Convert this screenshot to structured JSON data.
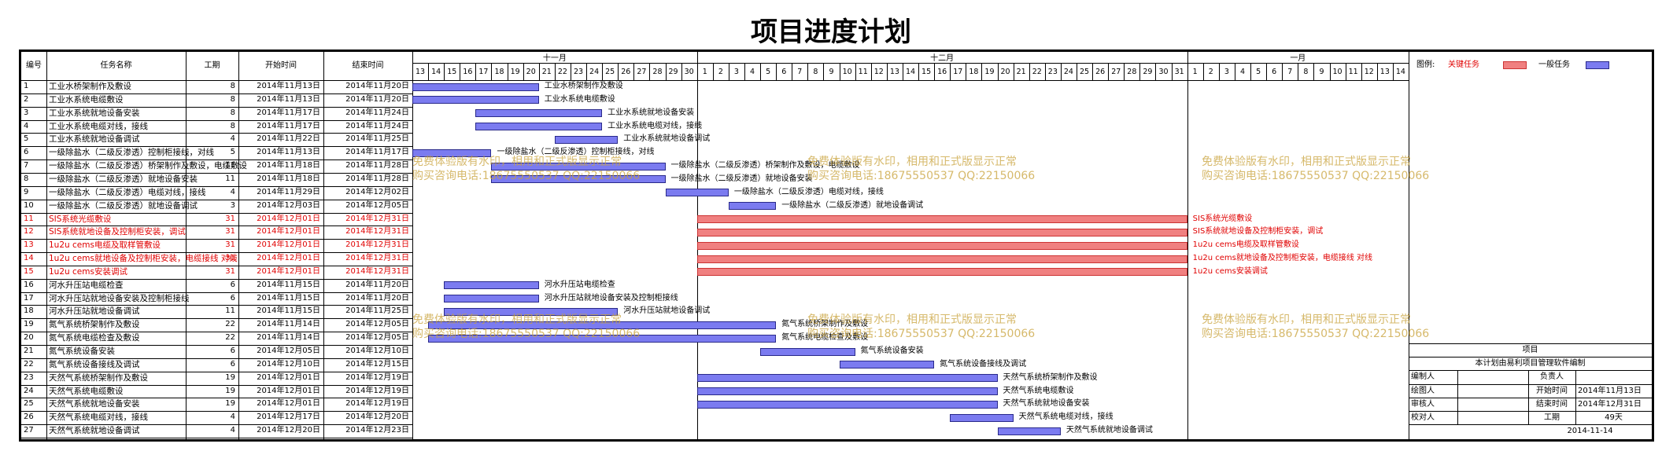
{
  "title": "项目进度计划",
  "columns": {
    "no": "编号",
    "name": "任务名称",
    "days": "工期",
    "start": "开始时间",
    "end": "结束时间"
  },
  "months": [
    {
      "label": "十一月",
      "days": [
        13,
        14,
        15,
        16,
        17,
        18,
        19,
        20,
        21,
        22,
        23,
        24,
        25,
        26,
        27,
        28,
        29,
        30
      ]
    },
    {
      "label": "十二月",
      "days": [
        1,
        2,
        3,
        4,
        5,
        6,
        7,
        8,
        9,
        10,
        11,
        12,
        13,
        14,
        15,
        16,
        17,
        18,
        19,
        20,
        21,
        22,
        23,
        24,
        25,
        26,
        27,
        28,
        29,
        30,
        31
      ]
    },
    {
      "label": "一月",
      "days": [
        1,
        2,
        3,
        4,
        5,
        6,
        7,
        8,
        9,
        10,
        11,
        12,
        13,
        14
      ]
    }
  ],
  "tasks": [
    {
      "no": "1",
      "name": "工业水桥架制作及敷设",
      "days": "8",
      "start": "2014年11月13日",
      "end": "2014年11月20日",
      "bar_label": "工业水桥架制作及敷设",
      "critical": false,
      "bar_start": 0,
      "bar_dur": 8
    },
    {
      "no": "2",
      "name": "工业水系统电缆敷设",
      "days": "8",
      "start": "2014年11月13日",
      "end": "2014年11月20日",
      "bar_label": "工业水系统电缆敷设",
      "critical": false,
      "bar_start": 0,
      "bar_dur": 8
    },
    {
      "no": "3",
      "name": "工业水系统就地设备安装",
      "days": "8",
      "start": "2014年11月17日",
      "end": "2014年11月24日",
      "bar_label": "工业水系统就地设备安装",
      "critical": false,
      "bar_start": 4,
      "bar_dur": 8
    },
    {
      "no": "4",
      "name": "工业水系统电缆对线，接线",
      "days": "8",
      "start": "2014年11月17日",
      "end": "2014年11月24日",
      "bar_label": "工业水系统电缆对线，接线",
      "critical": false,
      "bar_start": 4,
      "bar_dur": 8
    },
    {
      "no": "5",
      "name": "工业水系统就地设备调试",
      "days": "4",
      "start": "2014年11月22日",
      "end": "2014年11月25日",
      "bar_label": "工业水系统就地设备调试",
      "critical": false,
      "bar_start": 9,
      "bar_dur": 4
    },
    {
      "no": "6",
      "name": "一级除盐水（二级反渗透）控制柜接线，对线",
      "days": "5",
      "start": "2014年11月13日",
      "end": "2014年11月17日",
      "bar_label": "一级除盐水（二级反渗透）控制柜接线，对线",
      "critical": false,
      "bar_start": 0,
      "bar_dur": 5
    },
    {
      "no": "7",
      "name": "一级除盐水（二级反渗透）桥架制作及敷设，电缆敷设",
      "days": "11",
      "start": "2014年11月18日",
      "end": "2014年11月28日",
      "bar_label": "一级除盐水（二级反渗透）桥架制作及敷设，电缆敷设",
      "critical": false,
      "bar_start": 5,
      "bar_dur": 11
    },
    {
      "no": "8",
      "name": "一级除盐水（二级反渗透）就地设备安装",
      "days": "11",
      "start": "2014年11月18日",
      "end": "2014年11月28日",
      "bar_label": "一级除盐水（二级反渗透）就地设备安装",
      "critical": false,
      "bar_start": 5,
      "bar_dur": 11
    },
    {
      "no": "9",
      "name": "一级除盐水（二级反渗透）电缆对线，接线",
      "days": "4",
      "start": "2014年11月29日",
      "end": "2014年12月02日",
      "bar_label": "一级除盐水（二级反渗透）电缆对线，接线",
      "critical": false,
      "bar_start": 16,
      "bar_dur": 4
    },
    {
      "no": "10",
      "name": "一级除盐水（二级反渗透）就地设备调试",
      "days": "3",
      "start": "2014年12月03日",
      "end": "2014年12月05日",
      "bar_label": "一级除盐水（二级反渗透）就地设备调试",
      "critical": false,
      "bar_start": 20,
      "bar_dur": 3
    },
    {
      "no": "11",
      "name": "SIS系统光缆敷设",
      "days": "31",
      "start": "2014年12月01日",
      "end": "2014年12月31日",
      "bar_label": "SIS系统光缆敷设",
      "critical": true,
      "bar_start": 18,
      "bar_dur": 31
    },
    {
      "no": "12",
      "name": "SIS系统就地设备及控制柜安装，调试",
      "days": "31",
      "start": "2014年12月01日",
      "end": "2014年12月31日",
      "bar_label": "SIS系统就地设备及控制柜安装，调试",
      "critical": true,
      "bar_start": 18,
      "bar_dur": 31
    },
    {
      "no": "13",
      "name": "1u2u cems电缆及取样管敷设",
      "days": "31",
      "start": "2014年12月01日",
      "end": "2014年12月31日",
      "bar_label": "1u2u cems电缆及取样管敷设",
      "critical": true,
      "bar_start": 18,
      "bar_dur": 31
    },
    {
      "no": "14",
      "name": "1u2u cems就地设备及控制柜安装，电缆接线 对线",
      "days": "31",
      "start": "2014年12月01日",
      "end": "2014年12月31日",
      "bar_label": "1u2u cems就地设备及控制柜安装，电缆接线 对线",
      "critical": true,
      "bar_start": 18,
      "bar_dur": 31
    },
    {
      "no": "15",
      "name": "1u2u cems安装调试",
      "days": "31",
      "start": "2014年12月01日",
      "end": "2014年12月31日",
      "bar_label": "1u2u cems安装调试",
      "critical": true,
      "bar_start": 18,
      "bar_dur": 31
    },
    {
      "no": "16",
      "name": "河水升压站电缆检查",
      "days": "6",
      "start": "2014年11月15日",
      "end": "2014年11月20日",
      "bar_label": "河水升压站电缆检查",
      "critical": false,
      "bar_start": 2,
      "bar_dur": 6
    },
    {
      "no": "17",
      "name": "河水升压站就地设备安装及控制柜接线",
      "days": "6",
      "start": "2014年11月15日",
      "end": "2014年11月20日",
      "bar_label": "河水升压站就地设备安装及控制柜接线",
      "critical": false,
      "bar_start": 2,
      "bar_dur": 6
    },
    {
      "no": "18",
      "name": "河水升压站就地设备调试",
      "days": "11",
      "start": "2014年11月15日",
      "end": "2014年11月25日",
      "bar_label": "河水升压站就地设备调试",
      "critical": false,
      "bar_start": 2,
      "bar_dur": 11
    },
    {
      "no": "19",
      "name": "氮气系统桥架制作及敷设",
      "days": "22",
      "start": "2014年11月14日",
      "end": "2014年12月05日",
      "bar_label": "氮气系统桥架制作及敷设",
      "critical": false,
      "bar_start": 1,
      "bar_dur": 22
    },
    {
      "no": "20",
      "name": "氮气系统电缆检查及敷设",
      "days": "22",
      "start": "2014年11月14日",
      "end": "2014年12月05日",
      "bar_label": "氮气系统电缆检查及敷设",
      "critical": false,
      "bar_start": 1,
      "bar_dur": 22
    },
    {
      "no": "21",
      "name": "氮气系统设备安装",
      "days": "6",
      "start": "2014年12月05日",
      "end": "2014年12月10日",
      "bar_label": "氮气系统设备安装",
      "critical": false,
      "bar_start": 22,
      "bar_dur": 6
    },
    {
      "no": "22",
      "name": "氮气系统设备接线及调试",
      "days": "6",
      "start": "2014年12月10日",
      "end": "2014年12月15日",
      "bar_label": "氮气系统设备接线及调试",
      "critical": false,
      "bar_start": 27,
      "bar_dur": 6
    },
    {
      "no": "23",
      "name": "天然气系统桥架制作及敷设",
      "days": "19",
      "start": "2014年12月01日",
      "end": "2014年12月19日",
      "bar_label": "天然气系统桥架制作及敷设",
      "critical": false,
      "bar_start": 18,
      "bar_dur": 19
    },
    {
      "no": "24",
      "name": "天然气系统电缆敷设",
      "days": "19",
      "start": "2014年12月01日",
      "end": "2014年12月19日",
      "bar_label": "天然气系统电缆敷设",
      "critical": false,
      "bar_start": 18,
      "bar_dur": 19
    },
    {
      "no": "25",
      "name": "天然气系统就地设备安装",
      "days": "19",
      "start": "2014年12月01日",
      "end": "2014年12月19日",
      "bar_label": "天然气系统就地设备安装",
      "critical": false,
      "bar_start": 18,
      "bar_dur": 19
    },
    {
      "no": "26",
      "name": "天然气系统电缆对线，接线",
      "days": "4",
      "start": "2014年12月17日",
      "end": "2014年12月20日",
      "bar_label": "天然气系统电缆对线，接线",
      "critical": false,
      "bar_start": 34,
      "bar_dur": 4
    },
    {
      "no": "27",
      "name": "天然气系统就地设备调试",
      "days": "4",
      "start": "2014年12月20日",
      "end": "2014年12月23日",
      "bar_label": "天然气系统就地设备调试",
      "critical": false,
      "bar_start": 37,
      "bar_dur": 4
    }
  ],
  "legend": {
    "prefix": "图例:",
    "critical": "关键任务",
    "normal": "一般任务"
  },
  "colors": {
    "critical_fill": "#f08080",
    "critical_border": "#cc3333",
    "critical_text": "#e00000",
    "normal_fill": "#7b7bf0",
    "normal_border": "#2a2a8a",
    "watermark": "#c9a23a"
  },
  "watermark": {
    "line1": "免费体验版有水印，相用和正式版显示正常",
    "line2": "购买咨询电话:18675550537 QQ:22150066"
  },
  "info": {
    "project_label": "项目",
    "software": "本计划由易利项目管理软件编制",
    "rows": [
      {
        "k1": "编制人",
        "v1": "",
        "k2": "负责人",
        "v2": ""
      },
      {
        "k1": "绘图人",
        "v1": "",
        "k2": "开始时间",
        "v2": "2014年11月13日"
      },
      {
        "k1": "审核人",
        "v1": "",
        "k2": "结束时间",
        "v2": "2014年12月31日"
      },
      {
        "k1": "校对人",
        "v1": "",
        "k2": "工期",
        "v2": "49天"
      }
    ],
    "date": "2014-11-14"
  }
}
